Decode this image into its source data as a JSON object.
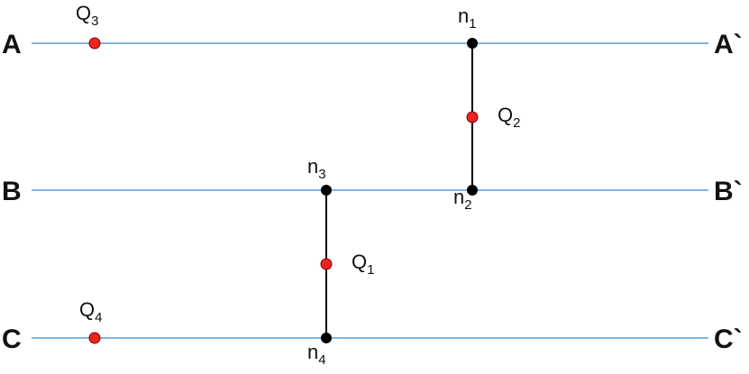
{
  "diagram": {
    "lines": [
      {
        "left_label": "A",
        "right_label": "A`"
      },
      {
        "left_label": "B",
        "right_label": "B`"
      },
      {
        "left_label": "C",
        "right_label": "C`"
      }
    ],
    "nodes": {
      "n1": {
        "base": "n",
        "sub": "1"
      },
      "n2": {
        "base": "n",
        "sub": "2"
      },
      "n3": {
        "base": "n",
        "sub": "3"
      },
      "n4": {
        "base": "n",
        "sub": "4"
      }
    },
    "points": {
      "q1": {
        "base": "Q",
        "sub": "1"
      },
      "q2": {
        "base": "Q",
        "sub": "2"
      },
      "q3": {
        "base": "Q",
        "sub": "3"
      },
      "q4": {
        "base": "Q",
        "sub": "4"
      }
    },
    "colors": {
      "line": "#5b9bd5",
      "node": "#000000",
      "point_fill": "#e8251f",
      "point_stroke": "#8b0000",
      "connector": "#000000"
    }
  }
}
